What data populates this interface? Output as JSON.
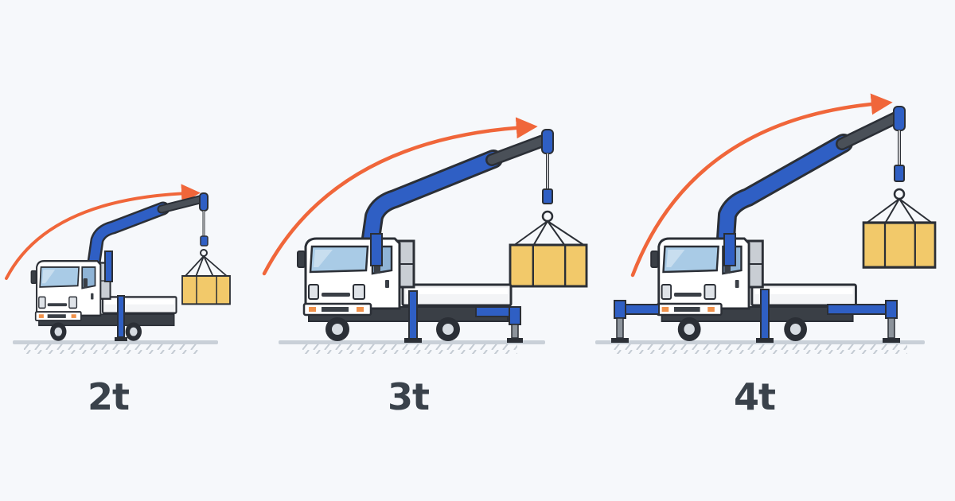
{
  "colors": {
    "background": "#f6f8fb",
    "crane_blue": "#2f5fc4",
    "crane_blue_dark": "#1d3f8f",
    "boom_tip_gray": "#4a5058",
    "arc_orange": "#f0663a",
    "load_box": "#f2c96a",
    "outline": "#2b2f36",
    "truck_body": "#ffffff",
    "window": "#a9cbe6",
    "ground": "#c9d0d8",
    "label_text": "#3a424b"
  },
  "scenes": [
    {
      "id": "2t",
      "label": "2t",
      "outriggers": false
    },
    {
      "id": "3t",
      "label": "3t",
      "outriggers": "rear"
    },
    {
      "id": "4t",
      "label": "4t",
      "outriggers": "front-and-rear"
    }
  ]
}
